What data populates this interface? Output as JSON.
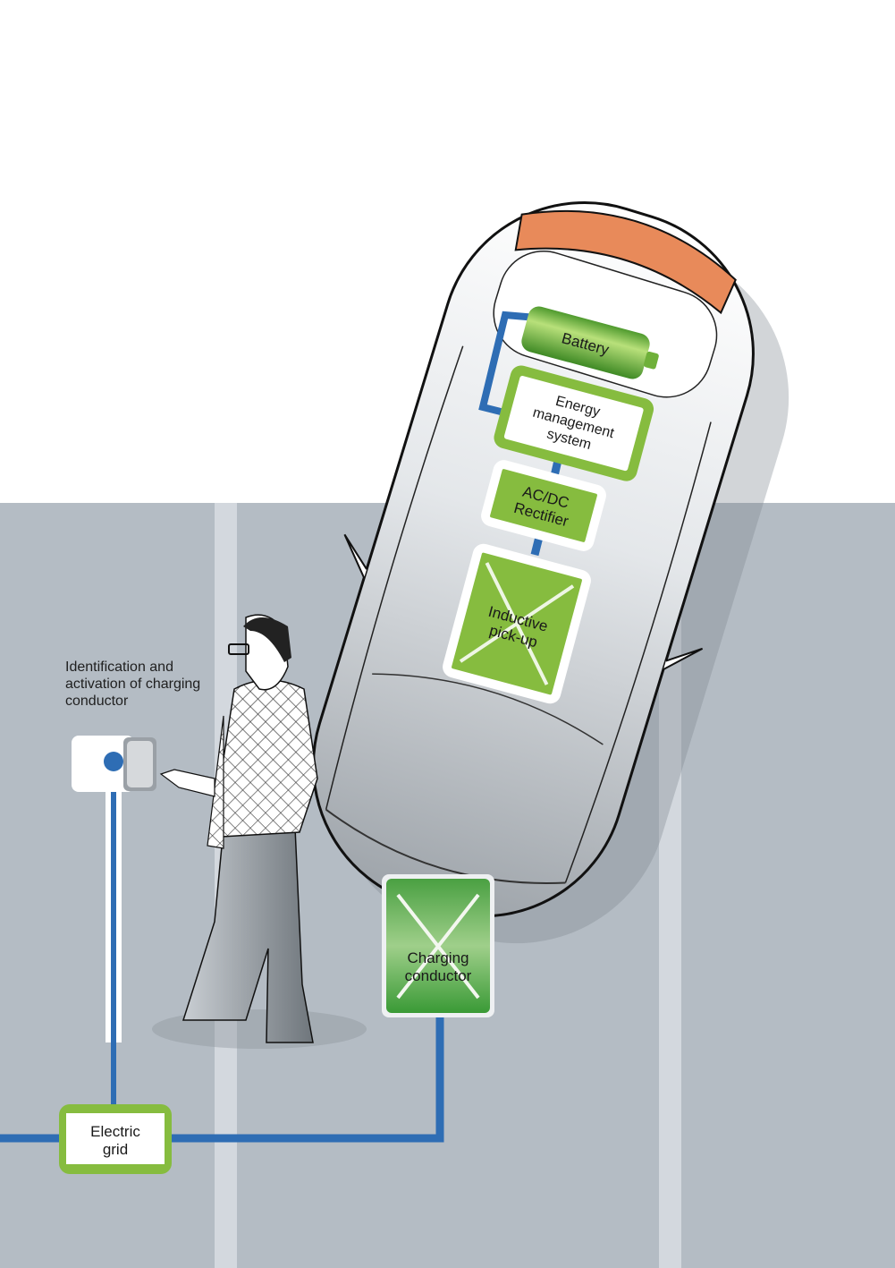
{
  "caption": {
    "line1": "Identification and",
    "line2": "activation of charging",
    "line3": "conductor"
  },
  "car_components": {
    "battery": "Battery",
    "energy_management": [
      "Energy",
      "management",
      "system"
    ],
    "rectifier": [
      "AC/DC",
      "Rectifier"
    ],
    "inductive_pickup": [
      "Inductive",
      "pick-up"
    ]
  },
  "charging_conductor": [
    "Charging",
    "conductor"
  ],
  "electric_grid": [
    "Electric",
    "grid"
  ],
  "colors": {
    "green": "#86bc3f",
    "dark_green": "#3f9a3a",
    "blue_line": "#2e6db4",
    "ground": "#b4bcc4",
    "lane": "#d3d8de",
    "car_accent": "#e88a5a"
  }
}
